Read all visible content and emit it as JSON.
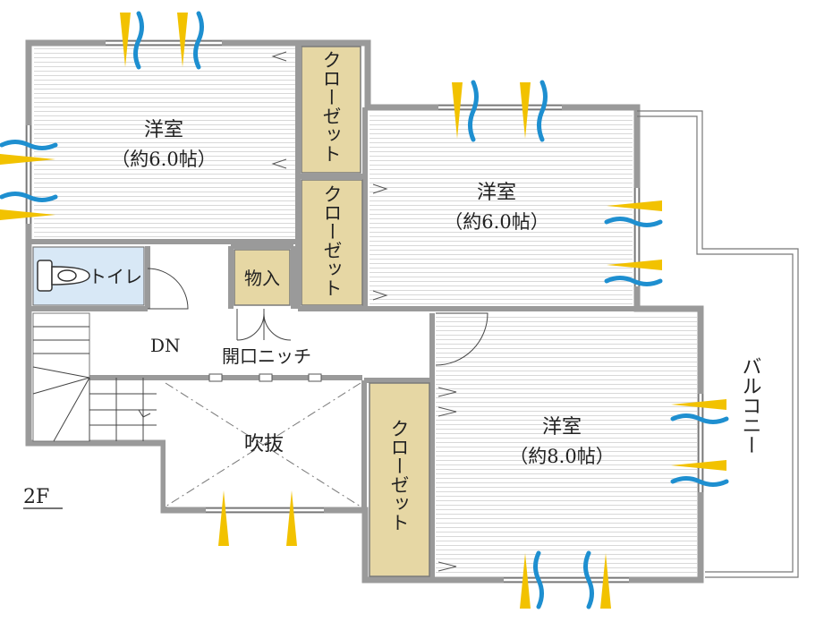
{
  "floor_label": "2F",
  "rooms": [
    {
      "name": "洋室",
      "size": "（約6.0帖）"
    },
    {
      "name": "洋室",
      "size": "（約6.0帖）"
    },
    {
      "name": "洋室",
      "size": "（約8.0帖）"
    }
  ],
  "closet_label": "クローゼット",
  "toilet_label": "トイレ",
  "storage_label": "物入",
  "stairs_label": "DN",
  "niche_label": "開口ニッチ",
  "void_label": "吹抜",
  "balcony_label": "バルコニー",
  "colors": {
    "wall": "#9a9a9a",
    "closet_fill": "#e6d7a4",
    "floor_line": "#c9c9c9",
    "toilet_fill": "#d8e8f6",
    "wind_yellow": "#f2c200",
    "wind_blue": "#1e8fd0"
  },
  "icons": [
    "toilet-icon",
    "wind-arrow-yellow",
    "wind-wave-blue",
    "door-swing"
  ]
}
